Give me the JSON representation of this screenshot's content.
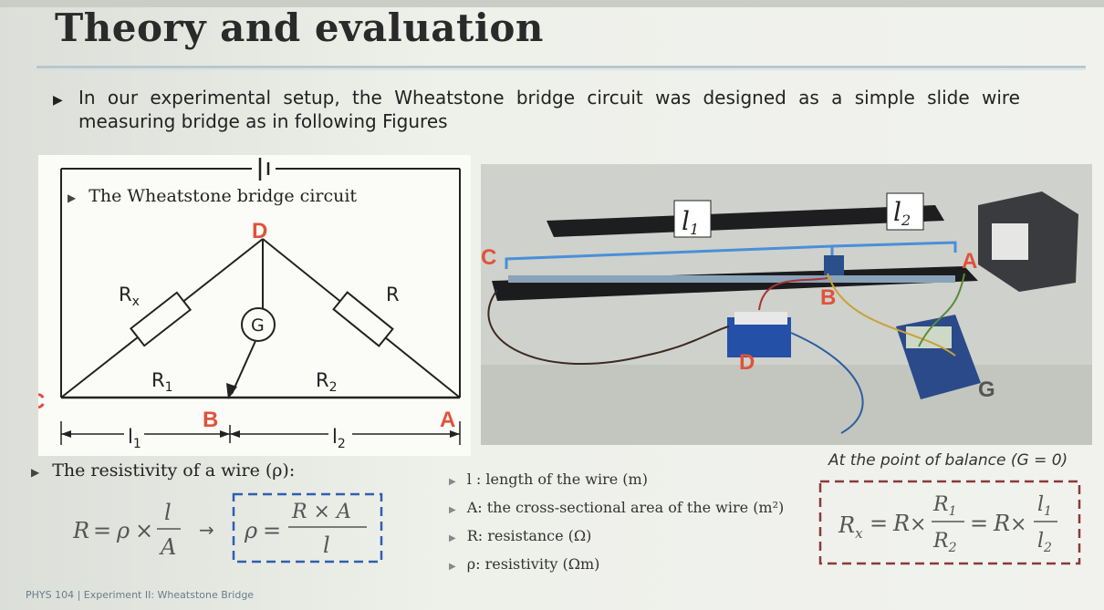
{
  "slide": {
    "title": "Theory and evaluation",
    "intro": "In our experimental setup, the Wheatstone bridge circuit was designed as a simple slide wire measuring bridge as in following Figures",
    "circuit_caption": "The Wheatstone bridge circuit",
    "circuit_labels": {
      "D": "D",
      "C": "C",
      "B": "B",
      "A": "A",
      "Rx": "R",
      "Rx_sub": "x",
      "R": "R",
      "G": "G",
      "R1": "R",
      "R1_sub": "1",
      "R2": "R",
      "R2_sub": "2",
      "l1": "l",
      "l1_sub": "1",
      "l2": "l",
      "l2_sub": "2"
    },
    "photo_labels": {
      "l1": "l",
      "l1_sub": "1",
      "l2": "l",
      "l2_sub": "2",
      "C": "C",
      "A": "A",
      "B": "B",
      "D": "D",
      "G": "G"
    },
    "resistivity_heading": "The resistivity of a wire (ρ):",
    "formula1": {
      "R": "R",
      "eq": "=",
      "rho": "ρ",
      "times": "×",
      "l": "l",
      "A": "A",
      "arrow": "→",
      "rhs_num": "R × A",
      "rhs_den": "l"
    },
    "definitions": [
      "l : length of the wire (m)",
      "A: the cross-sectional area of the wire (m²)",
      "R: resistance (Ω)",
      "ρ: resistivity (Ωm)"
    ],
    "balance_heading": "At the point of balance (G = 0)",
    "formula2": {
      "Rx": "R",
      "Rx_sub": "x",
      "eq": "=",
      "R": "R",
      "times": "×",
      "R1": "R",
      "R1_sub": "1",
      "R2": "R",
      "R2_sub": "2",
      "l1": "l",
      "l1_sub": "1",
      "l2": "l",
      "l2_sub": "2"
    },
    "footer": "PHYS 104   |  Experiment II: Wheatstone Bridge"
  },
  "colors": {
    "accent_red": "#e0523a",
    "rule": "#b8c7cf",
    "dashed_box": "#8a3a3a",
    "footer": "#6a7d8a"
  }
}
